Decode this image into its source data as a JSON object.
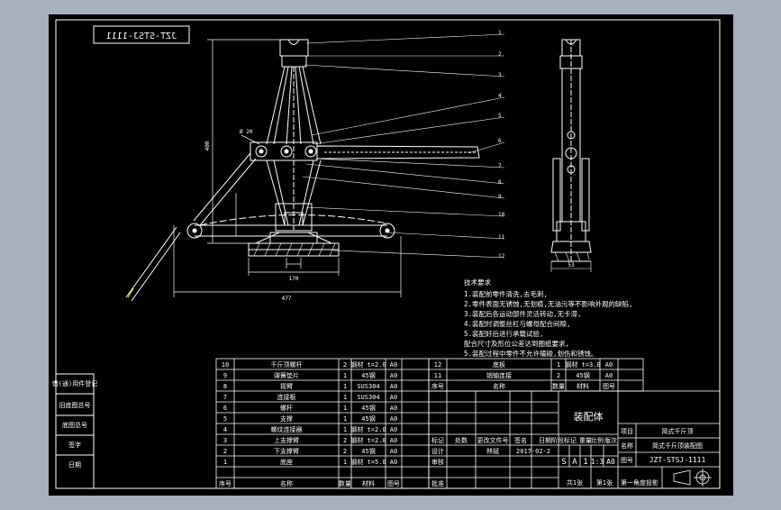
{
  "app": {
    "background_color": "#a7b0bd",
    "paper_color": "#000000",
    "line_color": "#ffffff",
    "accent_color": "#ffff00"
  },
  "drawing": {
    "drawing_number_mirrored": "JZT-STSJ-1111",
    "left_column_labels": [
      "借(通)用件登记",
      "旧底图总号",
      "底图总号",
      "签字",
      "日期"
    ],
    "dimensions": {
      "height": "400",
      "diameter": "Ø 20",
      "width_base": "477",
      "width_foot": "170",
      "side_base": "53"
    },
    "balloons": [
      "1",
      "2",
      "3",
      "4",
      "5",
      "6",
      "7",
      "8",
      "9",
      "10",
      "11",
      "12"
    ]
  },
  "tech_notes": {
    "title": "技术要求",
    "lines": [
      "1.装配前零件清洗,去毛刺,",
      "2.零件表面无锈蚀,无划痕,无油污等不影响外观的缺陷,",
      "3.装配后各运动部件灵活转动,无卡滞,",
      "4.装配时调整丝杠与螺母配合间隙,",
      "5.装配好后进行承载试验,",
      "配合尺寸及形位公差达到图纸要求,",
      "5.装配过程中零件不允许磕碰,划伤和锈蚀。"
    ]
  },
  "bom": {
    "left_rows": [
      {
        "no": "10",
        "name": "千斤顶螺杆",
        "qty": "2",
        "mat": "钢材 t=2.0",
        "size": "A0"
      },
      {
        "no": "9",
        "name": "弹簧垫片",
        "qty": "1",
        "mat": "45钢",
        "size": "A0"
      },
      {
        "no": "8",
        "name": "摇臂",
        "qty": "1",
        "mat": "SUS304",
        "size": "A0"
      },
      {
        "no": "7",
        "name": "连接板",
        "qty": "1",
        "mat": "SUS304",
        "size": "A0"
      },
      {
        "no": "6",
        "name": "螺杆",
        "qty": "1",
        "mat": "45钢",
        "size": "A0"
      },
      {
        "no": "5",
        "name": "支撑",
        "qty": "1",
        "mat": "45钢",
        "size": "A0"
      },
      {
        "no": "4",
        "name": "螺纹连接器",
        "qty": "1",
        "mat": "钢材 t=2.0",
        "size": "A0"
      },
      {
        "no": "3",
        "name": "上支撑臂",
        "qty": "2",
        "mat": "钢材 t=2.0",
        "size": "A0"
      },
      {
        "no": "2",
        "name": "下支撑臂",
        "qty": "2",
        "mat": "45钢",
        "size": "A0"
      },
      {
        "no": "1",
        "name": "底座",
        "qty": "1",
        "mat": "钢材 t=5.0",
        "size": "A0"
      }
    ],
    "left_header": {
      "no": "序号",
      "name": "名称",
      "qty": "数量",
      "mat": "材料",
      "size": "图号"
    },
    "right_rows": [
      {
        "no": "12",
        "name": "底板",
        "qty": "1",
        "mat": "钢材 t=3.0",
        "size": "A0"
      },
      {
        "no": "11",
        "name": "销轴连接",
        "qty": "2",
        "mat": "45钢",
        "size": "A0"
      }
    ],
    "right_header": {
      "no": "序号",
      "name": "名称",
      "qty": "数量",
      "mat": "材料",
      "size": "图号"
    }
  },
  "title_block": {
    "assembly_label": "装配体",
    "project_label": "项目",
    "project_value": "简式千斤顶",
    "name_label": "名称",
    "name_value": "简式千斤顶装配图",
    "drawing_no_label": "图号",
    "drawing_no_value": "JZT-STSJ-1111",
    "stage_label": "阶段标记",
    "weight_label": "重量",
    "scale_label": "比例",
    "sheet_size_label": "版次",
    "stage_marks": [
      "S",
      "A",
      "1"
    ],
    "scale_value": "1:3",
    "size_value": "A0",
    "sheet_label": "共1张",
    "sheet_of": "第1张",
    "design_label": "设计",
    "check_label": "审核",
    "approve_label": "批准",
    "marks_label": "标记",
    "count_label": "处数",
    "change_doc_label": "更改文件号",
    "sign_label": "签名",
    "date_label": "日期",
    "date_value": "2017-02-2",
    "designer_sig": "林斌",
    "company_label": "第一角度投影"
  }
}
